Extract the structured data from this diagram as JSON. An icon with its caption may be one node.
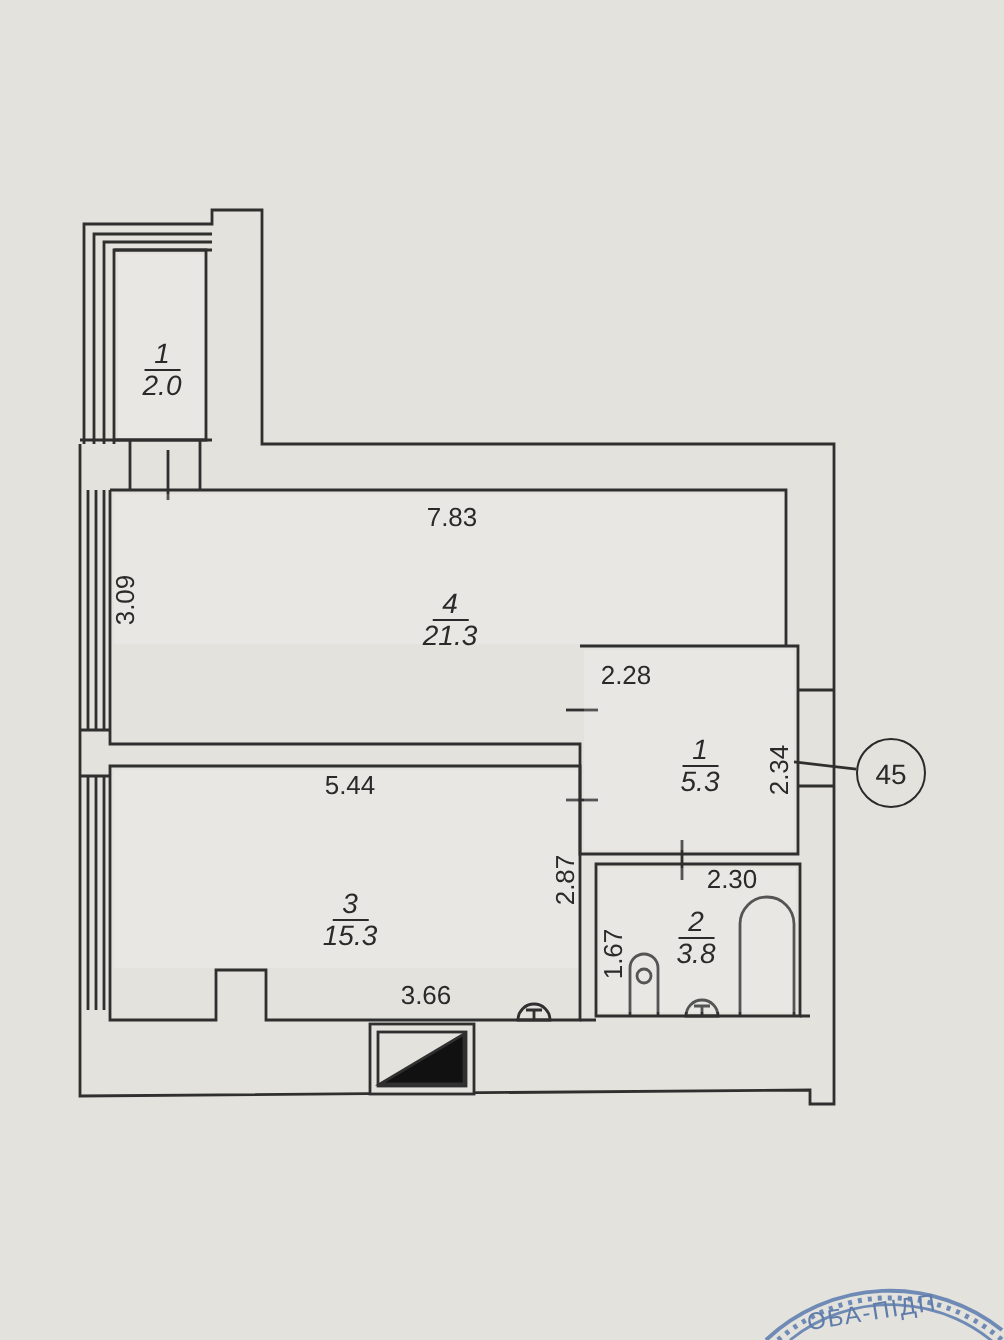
{
  "diagram": {
    "nodes": [
      {
        "text": [
          "1",
          "2.0"
        ]
      },
      {
        "text": [
          "4",
          "21.3"
        ]
      },
      {
        "text": [
          "1",
          "5.3"
        ]
      },
      {
        "text": [
          "3",
          "15.3"
        ]
      },
      {
        "text": [
          "2",
          "3.8"
        ]
      },
      {
        "text": [
          "45"
        ]
      }
    ],
    "edges": [
      {
        "from": 2,
        "to": 5,
        "arrow": "none"
      }
    ],
    "labels": [
      "7.83",
      "3.09",
      "2.28",
      "2.34",
      "5.44",
      "2.87",
      "2.30",
      "1.67",
      "3.66",
      "ОБА-ПІДП"
    ]
  }
}
